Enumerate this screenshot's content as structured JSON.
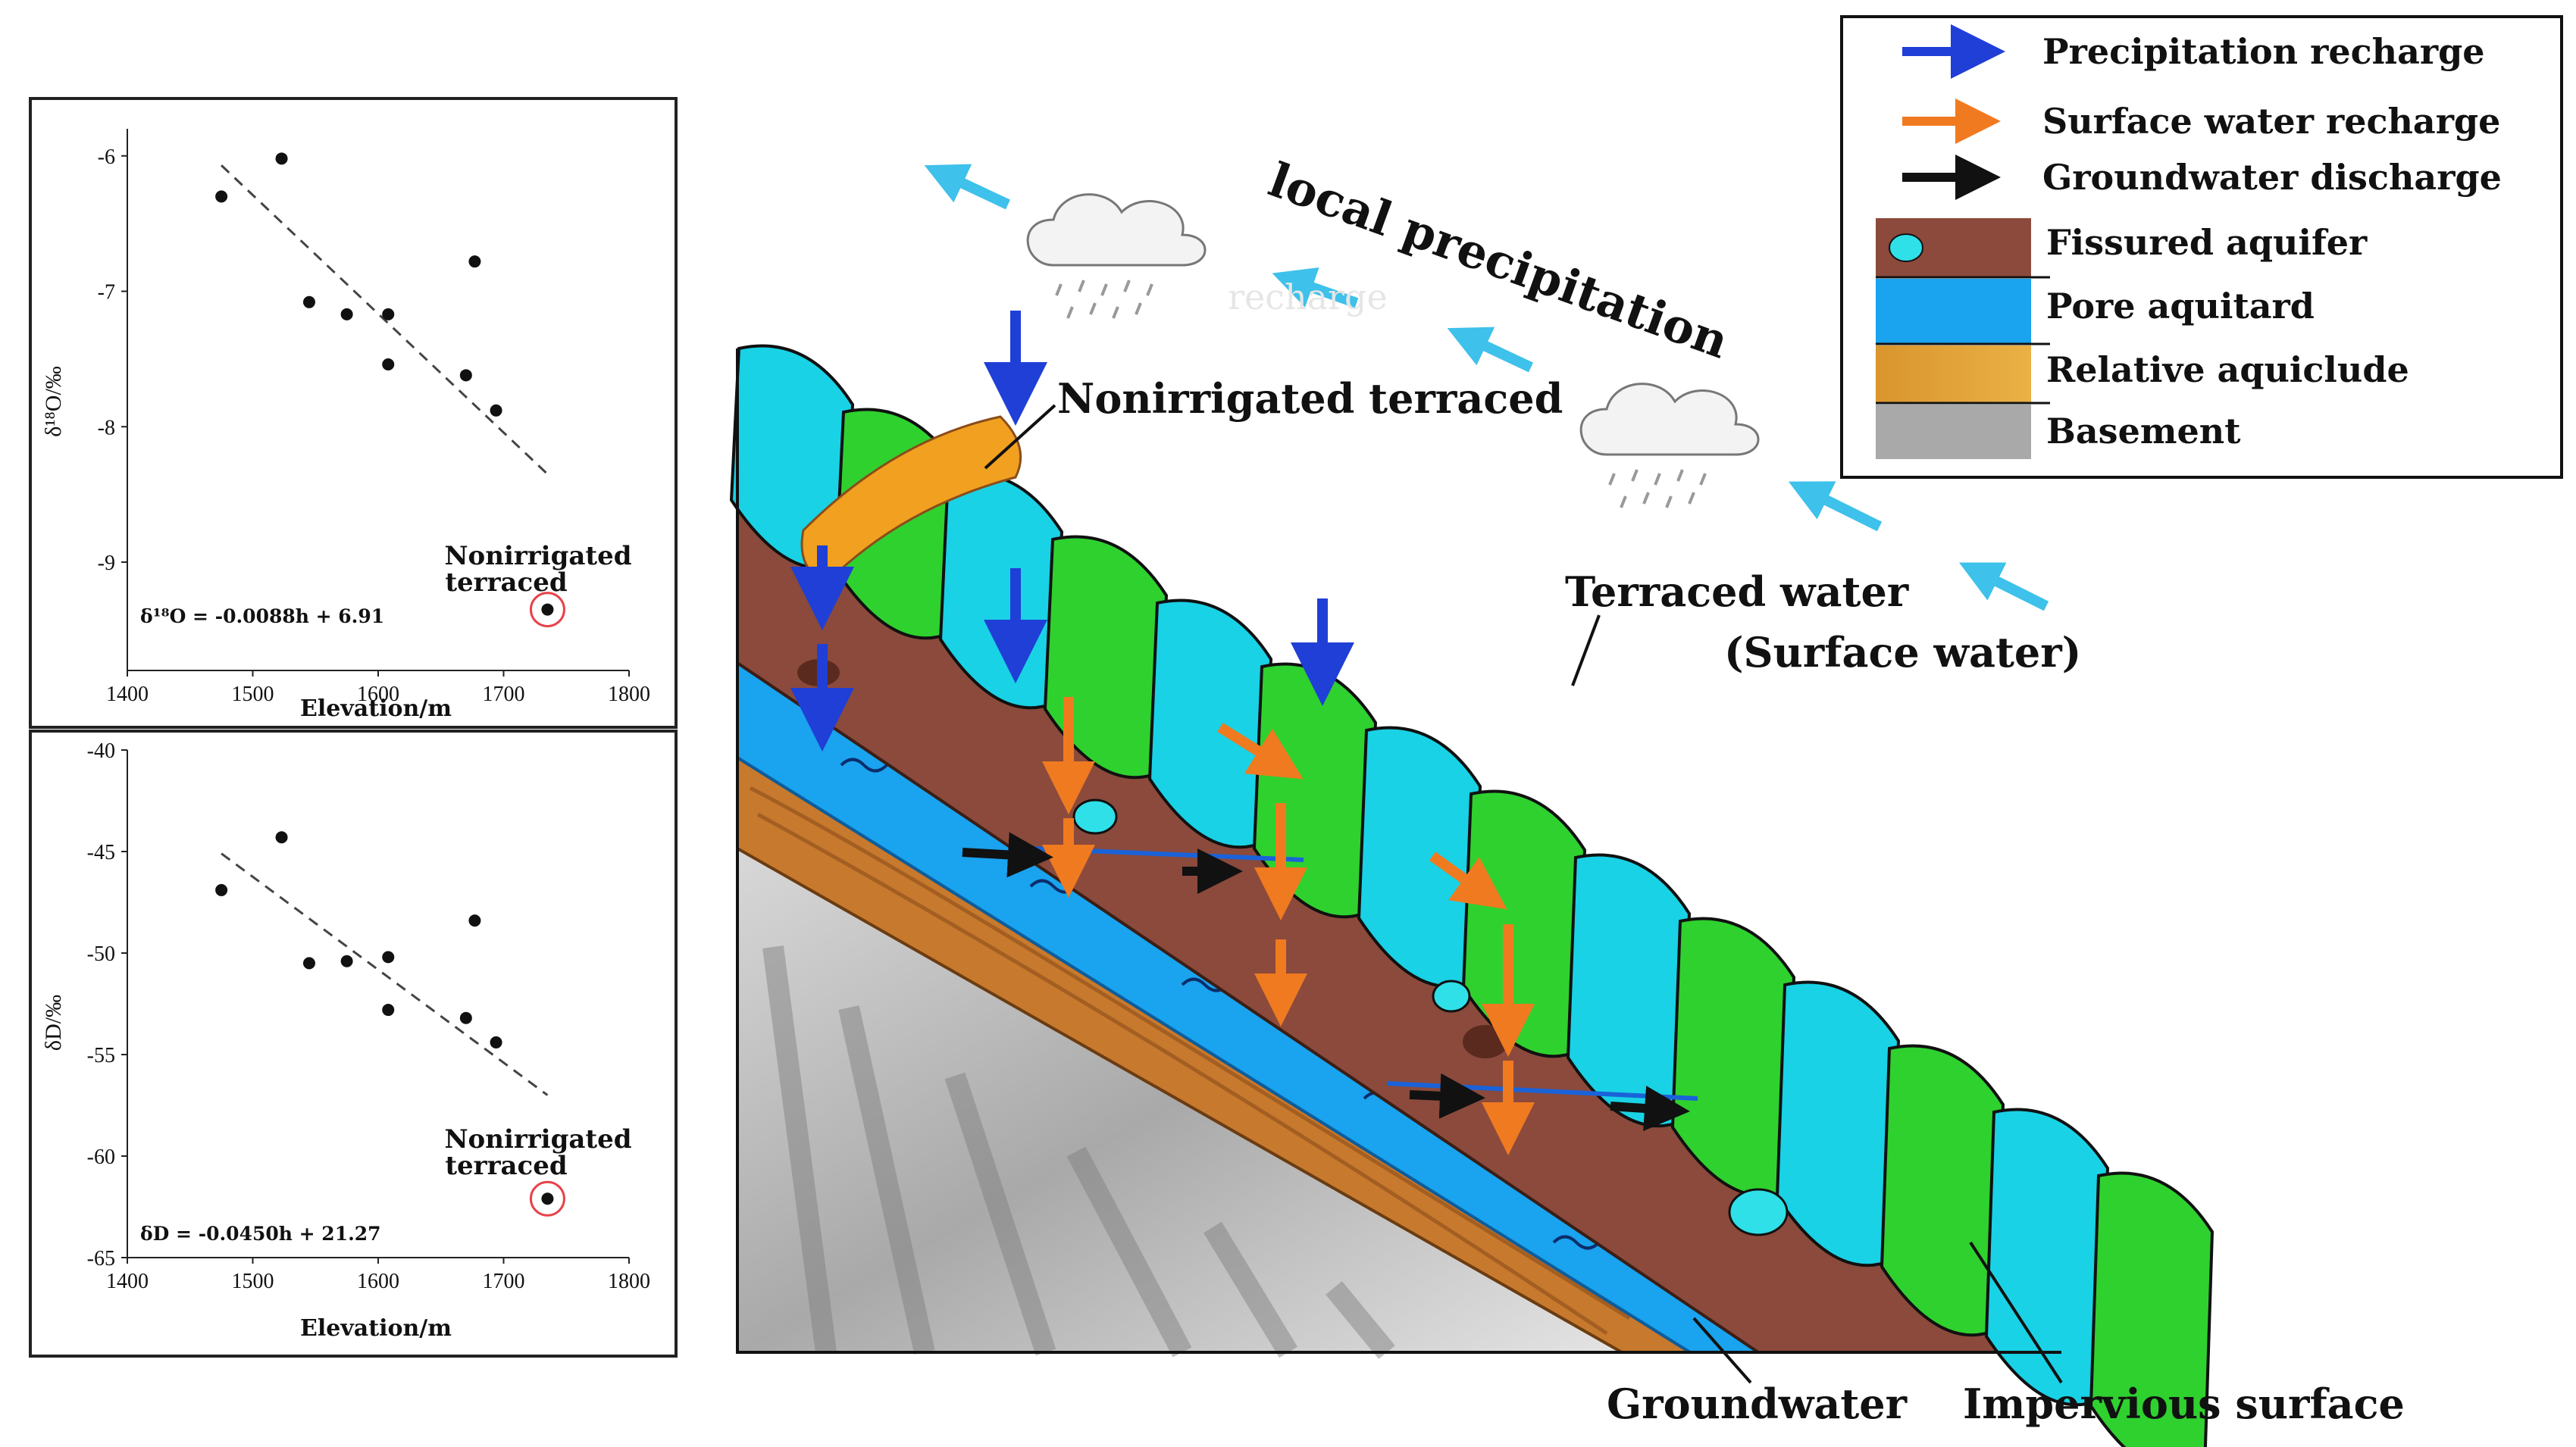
{
  "legend": {
    "items": [
      {
        "label": "Precipitation recharge",
        "color": "#1f3fd6"
      },
      {
        "label": "Surface water recharge",
        "color": "#f07a20"
      },
      {
        "label": "Groundwater discharge",
        "color": "#111111"
      },
      {
        "label": "Fissured aquifer",
        "color": "#8a4a3a"
      },
      {
        "label": "Pore aquitard",
        "color": "#1aa3ee"
      },
      {
        "label": "Relative aquiclude",
        "color": "#e3a136"
      },
      {
        "label": "Basement",
        "color": "#9a9a9a"
      }
    ]
  },
  "diagram": {
    "local_precipitation": "local precipitation",
    "faint_text": "recharge",
    "nonirrigated": "Nonirrigated terraced",
    "terraced_water_1": "Terraced water",
    "terraced_water_2": "(Surface water)",
    "groundwater": "Groundwater",
    "impervious": "Impervious surface",
    "colors": {
      "terrace_green": "#2fd12f",
      "terrace_cyan": "#19d2e6",
      "fissured": "#8b4a3c",
      "pore": "#1aa3ee",
      "aquiclude": "#c4782d",
      "basement": "#b9b9b9",
      "wind_arrow": "#3ec1ea"
    }
  },
  "chart_data": [
    {
      "type": "scatter",
      "ylabel": "δ¹⁸O/‰",
      "xlabel": "Elevation/m",
      "xlim": [
        1400,
        1800
      ],
      "ylim": [
        -9.8,
        -5.8
      ],
      "xticks": [
        "1400",
        "1500",
        "1600",
        "1700",
        "1800"
      ],
      "yticks": [
        "-6",
        "-7",
        "-8",
        "-9"
      ],
      "ytick_values": [
        -6,
        -7,
        -8,
        -9
      ],
      "xtick_values": [
        1400,
        1500,
        1600,
        1700,
        1800
      ],
      "points": [
        {
          "x": 1475,
          "y": -6.3
        },
        {
          "x": 1523,
          "y": -6.02
        },
        {
          "x": 1545,
          "y": -7.08
        },
        {
          "x": 1575,
          "y": -7.17
        },
        {
          "x": 1608,
          "y": -7.17
        },
        {
          "x": 1608,
          "y": -7.54
        },
        {
          "x": 1677,
          "y": -6.78
        },
        {
          "x": 1670,
          "y": -7.62
        },
        {
          "x": 1694,
          "y": -7.88
        },
        {
          "x": 1735,
          "y": -9.35
        }
      ],
      "trend": {
        "x": [
          1475,
          1735
        ],
        "y": [
          -6.07,
          -8.35
        ]
      },
      "equation": "δ¹⁸O = -0.0088h + 6.91",
      "annotation": [
        "Nonirrigated",
        "terraced"
      ],
      "highlight_index": 9
    },
    {
      "type": "scatter",
      "ylabel": "δD/‰",
      "xlabel": "Elevation/m",
      "xlim": [
        1400,
        1800
      ],
      "ylim": [
        -65,
        -40
      ],
      "xticks": [
        "1400",
        "1500",
        "1600",
        "1700",
        "1800"
      ],
      "yticks": [
        "-40",
        "-45",
        "-50",
        "-55",
        "-60",
        "-65"
      ],
      "ytick_values": [
        -40,
        -45,
        -50,
        -55,
        -60,
        -65
      ],
      "xtick_values": [
        1400,
        1500,
        1600,
        1700,
        1800
      ],
      "points": [
        {
          "x": 1475,
          "y": -46.9
        },
        {
          "x": 1523,
          "y": -44.3
        },
        {
          "x": 1545,
          "y": -50.5
        },
        {
          "x": 1575,
          "y": -50.4
        },
        {
          "x": 1608,
          "y": -50.2
        },
        {
          "x": 1608,
          "y": -52.8
        },
        {
          "x": 1677,
          "y": -48.4
        },
        {
          "x": 1670,
          "y": -53.2
        },
        {
          "x": 1694,
          "y": -54.4
        },
        {
          "x": 1735,
          "y": -62.1
        }
      ],
      "trend": {
        "x": [
          1475,
          1735
        ],
        "y": [
          -45.1,
          -57.0
        ]
      },
      "equation": "δD = -0.0450h + 21.27",
      "annotation": [
        "Nonirrigated",
        "terraced"
      ],
      "highlight_index": 9
    }
  ]
}
